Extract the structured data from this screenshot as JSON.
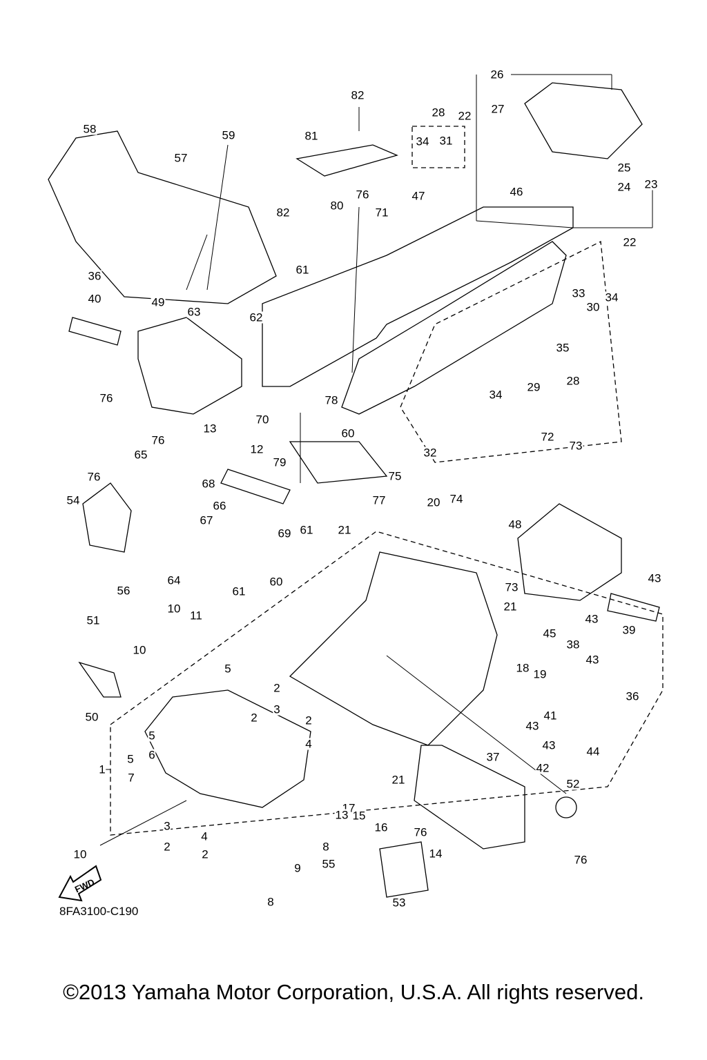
{
  "drawing_code": "8FA3100-C190",
  "copyright": "©2013 Yamaha Motor Corporation, U.S.A. All rights reserved.",
  "fwd_label": "FWD",
  "callouts": [
    "26",
    "82",
    "28",
    "22",
    "27",
    "58",
    "59",
    "81",
    "34",
    "31",
    "57",
    "25",
    "23",
    "24",
    "47",
    "46",
    "76",
    "82",
    "80",
    "71",
    "22",
    "61",
    "36",
    "40",
    "49",
    "63",
    "62",
    "33",
    "30",
    "34",
    "35",
    "29",
    "28",
    "34",
    "76",
    "78",
    "70",
    "60",
    "32",
    "75",
    "79",
    "77",
    "13",
    "12",
    "76",
    "65",
    "68",
    "76",
    "54",
    "67",
    "66",
    "69",
    "72",
    "73",
    "48",
    "20",
    "74",
    "21",
    "61",
    "64",
    "56",
    "60",
    "61",
    "73",
    "43",
    "39",
    "43",
    "21",
    "45",
    "10",
    "11",
    "51",
    "10",
    "38",
    "43",
    "36",
    "18",
    "19",
    "5",
    "2",
    "3",
    "2",
    "4",
    "2",
    "50",
    "5",
    "6",
    "1",
    "5",
    "7",
    "41",
    "43",
    "43",
    "44",
    "37",
    "42",
    "52",
    "21",
    "17",
    "15",
    "16",
    "13",
    "3",
    "2",
    "4",
    "2",
    "10",
    "8",
    "9",
    "8",
    "76",
    "14",
    "55",
    "76",
    "53"
  ]
}
